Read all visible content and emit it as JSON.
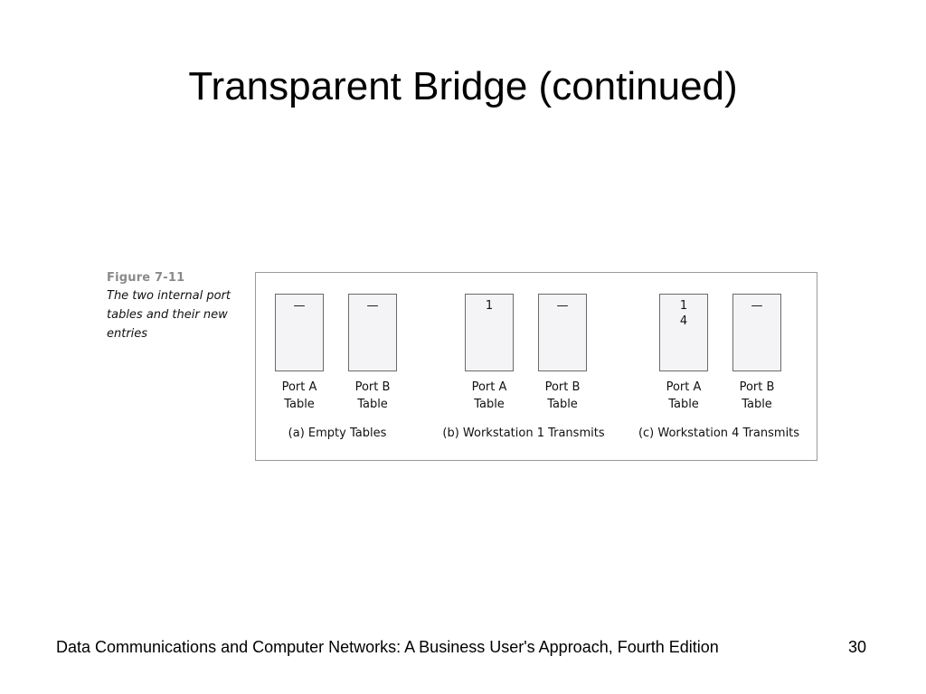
{
  "slide": {
    "title": "Transparent Bridge (continued)"
  },
  "figure": {
    "label": "Figure 7-11",
    "caption": "The two internal port tables and their new entries",
    "groups": [
      {
        "caption": "(a) Empty Tables",
        "tables": [
          {
            "label_line1": "Port A",
            "label_line2": "Table",
            "entries": [
              "—"
            ]
          },
          {
            "label_line1": "Port B",
            "label_line2": "Table",
            "entries": [
              "—"
            ]
          }
        ]
      },
      {
        "caption": "(b) Workstation 1 Transmits",
        "tables": [
          {
            "label_line1": "Port A",
            "label_line2": "Table",
            "entries": [
              "1"
            ]
          },
          {
            "label_line1": "Port B",
            "label_line2": "Table",
            "entries": [
              "—"
            ]
          }
        ]
      },
      {
        "caption": "(c) Workstation 4 Transmits",
        "tables": [
          {
            "label_line1": "Port A",
            "label_line2": "Table",
            "entries": [
              "1",
              "4"
            ]
          },
          {
            "label_line1": "Port B",
            "label_line2": "Table",
            "entries": [
              "—"
            ]
          }
        ]
      }
    ]
  },
  "footer": {
    "text": "Data Communications and Computer Networks: A Business User's Approach, Fourth Edition",
    "page_number": "30"
  }
}
